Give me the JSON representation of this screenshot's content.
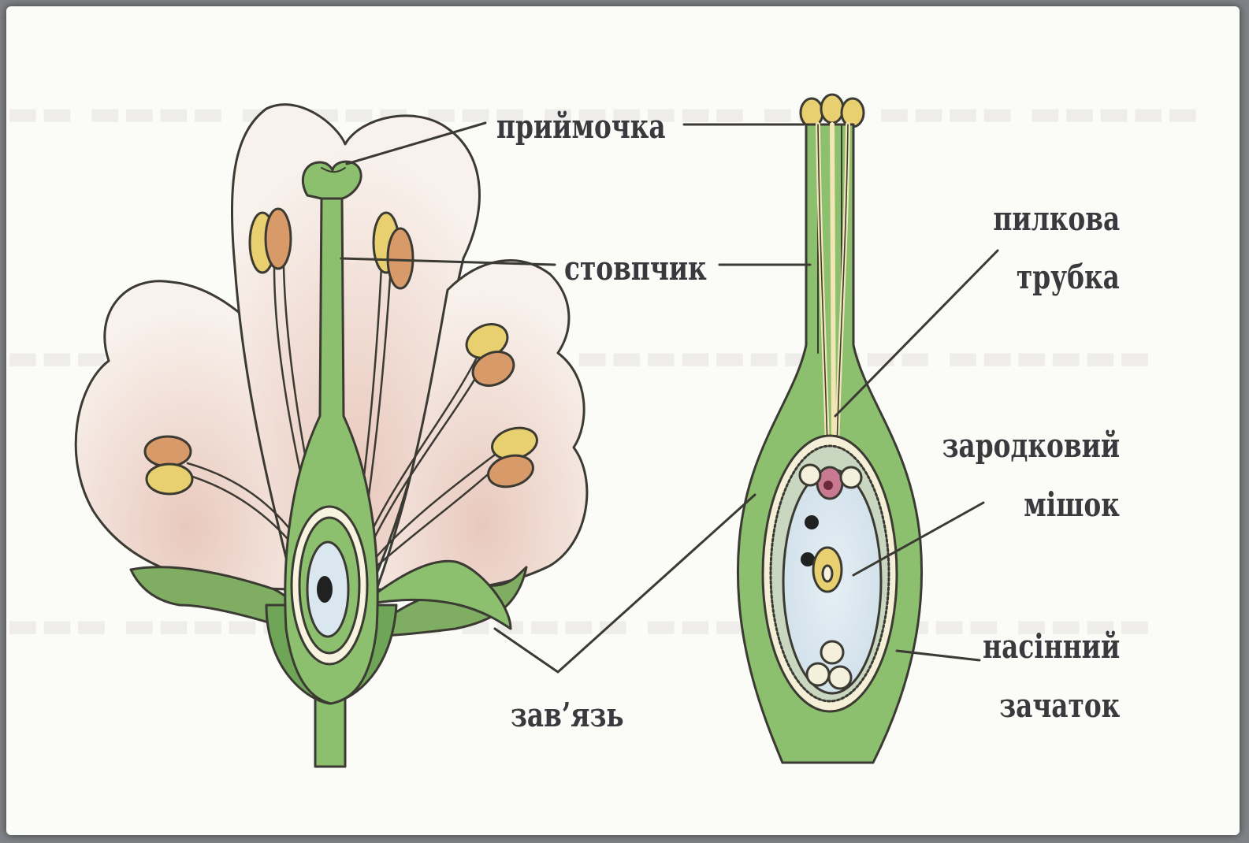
{
  "labels": {
    "stigma": "приймочка",
    "style": "стовпчик",
    "pollen_tube_line1": "пилкова",
    "pollen_tube_line2": "трубка",
    "embryo_sac_line1": "зародковий",
    "embryo_sac_line2": "мішок",
    "ovary": "зав’язь",
    "ovule_line1": "насінний",
    "ovule_line2": "зачаток"
  },
  "colors": {
    "petal_fill": "#f6ece6",
    "petal_tint": "#e9c9bd",
    "pistil_green": "#8cbf6e",
    "dark_green": "#5c9448",
    "anther_yellow": "#e8d071",
    "anther_orange": "#d99a6a",
    "ovule_blue": "#dbe7ef",
    "outline": "#3b3a33"
  }
}
